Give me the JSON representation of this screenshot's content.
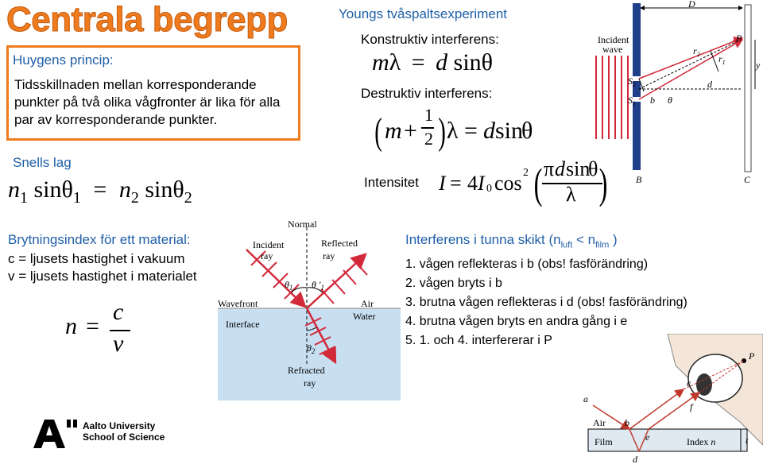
{
  "title": "Centrala begrepp",
  "huygens": {
    "heading": "Huygens princip:",
    "text": "Tidsskillnaden mellan korresponderande punkter på två olika vågfronter är lika för alla par av korresponderande punkter."
  },
  "snell": {
    "heading": "Snells lag",
    "n1": "n",
    "sub1": "1",
    "sin": "sin",
    "theta": "θ",
    "eq": "=",
    "n2": "n",
    "sub2": "2"
  },
  "refraction": {
    "heading": "Brytningsindex för ett material:",
    "line_c": "c = ljusets hastighet i vakuum",
    "line_v": "v = ljusets hastighet i materialet",
    "formula_n": "n",
    "formula_eq": "=",
    "formula_c": "c",
    "formula_v": "v"
  },
  "young": {
    "heading": "Youngs tvåspaltsexperiment",
    "constructive": "Konstruktiv interferens:",
    "constructive_formula": {
      "m": "m",
      "lambda": "λ",
      "eq": "=",
      "d": "d",
      "sin": "sin",
      "theta": "θ"
    },
    "destructive": "Destruktiv interferens:",
    "destructive_formula": {
      "m": "m",
      "plus": "+",
      "one": "1",
      "two": "2",
      "lambda": "λ",
      "eq": "=",
      "d": "d",
      "sin": "sin",
      "theta": "θ"
    },
    "intensity": "Intensitet",
    "intensity_formula": {
      "I": "I",
      "eq": "=",
      "four": "4",
      "I0": "I",
      "zero": "0",
      "cos": "cos",
      "sq": "2",
      "pi": "π",
      "d": "d",
      "sin": "sin",
      "theta": "θ",
      "lambda": "λ"
    }
  },
  "slit_figure": {
    "D": "D",
    "incident": "Incident",
    "wave": "wave",
    "S2": "S",
    "S2sub": "2",
    "S1": "S",
    "S1sub": "1",
    "b": "b",
    "theta": "θ",
    "r2": "r",
    "r2sub": "2",
    "r1": "r",
    "r1sub": "1",
    "d": "d",
    "P": "P",
    "y": "y",
    "B": "B",
    "C": "C"
  },
  "snell_figure": {
    "normal": "Normal",
    "incident": "Incident",
    "ray": "ray",
    "reflected": "Reflected",
    "reflected_ray": "ray",
    "wavefront": "Wavefront",
    "interface": "Interface",
    "air": "Air",
    "water": "Water",
    "theta1": "θ",
    "theta1sub": "1",
    "theta1p": "θ ′",
    "theta1psub": "1",
    "theta2": "θ",
    "theta2sub": "2",
    "refracted": "Refracted",
    "refracted_ray": "ray"
  },
  "thin_film": {
    "heading_main": "Interferens i tunna skikt (n",
    "sub_luft": "luft",
    "lt": " < n",
    "sub_film": "film",
    "heading_end": " )",
    "items": [
      "1. vågen reflekteras i b (obs! fasförändring)",
      "2. vågen bryts i b",
      "3. brutna vågen reflekteras i d (obs! fasförändring)",
      "4. brutna vågen bryts en andra gång i e",
      "5. 1. och 4. interfererar i P"
    ]
  },
  "film_figure": {
    "P": "P",
    "a": "a",
    "c": "c",
    "f": "f",
    "b": "b",
    "e": "e",
    "d": "d",
    "air": "Air",
    "film": "Film",
    "index": "Index ",
    "n": "n",
    "t": "t"
  },
  "logo": {
    "line1": "Aalto University",
    "line2": "School of Science"
  },
  "colors": {
    "title": "#ee7b1e",
    "heading": "#1f5fa8",
    "ray": "#d22a3a"
  }
}
